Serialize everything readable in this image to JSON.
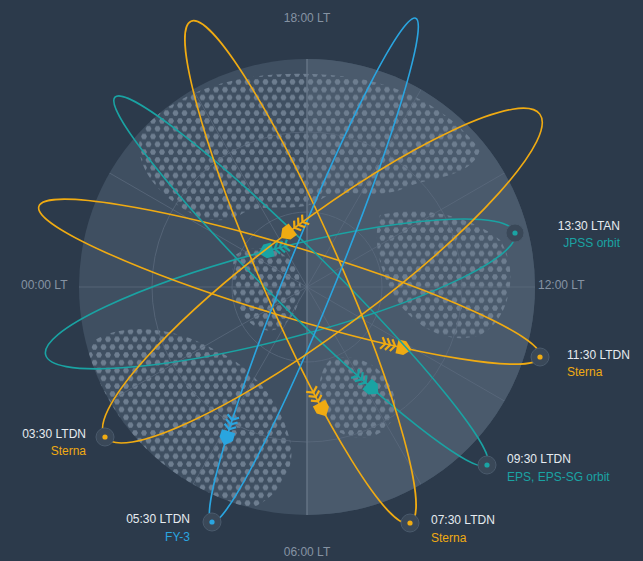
{
  "diagram": {
    "labels": [
      "18:00 LT",
      "00:00 LT",
      "12:00 LT",
      "06:00 LT",
      "13:30 LTAN",
      "JPSS orbit",
      "11:30 LTDN",
      "Sterna",
      "09:30 LTDN",
      "EPS, EPS-SG orbit",
      "07:30 LTDN",
      "Sterna",
      "05:30 LTDN",
      "FY-3",
      "03:30 LTDN",
      "Sterna"
    ]
  }
}
